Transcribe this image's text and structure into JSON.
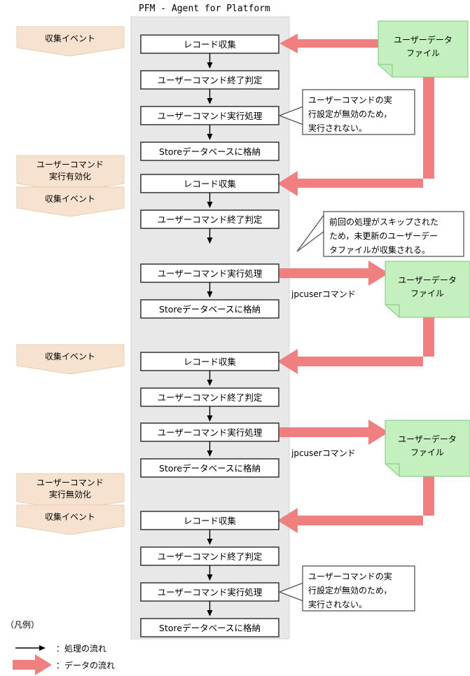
{
  "diagram": {
    "title": "PFM - Agent for Platform",
    "legend_title": "（凡例）",
    "legend_items": [
      {
        "icon": "thin-arrow-icon",
        "label": "：処理の流れ"
      },
      {
        "icon": "thick-arrow-icon",
        "label": "：データの流れ"
      }
    ],
    "colors": {
      "panel_fill": "#e8e8e8",
      "panel_stroke": "#d0d0d0",
      "box_fill": "#ffffff",
      "box_stroke": "#404040",
      "banner_fill": "#f7e2d0",
      "banner_stroke": "#e3c9b0",
      "file_fill": "#c4f0c0",
      "file_stroke": "#7ac97a",
      "data_arrow": "#f08080",
      "flow_arrow": "#000000",
      "callout_stroke": "#555555",
      "text": "#000000"
    }
  },
  "banners": [
    {
      "label": "収集イベント"
    },
    {
      "line1": "ユーザーコマンド",
      "line2": "実行有効化"
    },
    {
      "label": "収集イベント"
    },
    {
      "label": "収集イベント"
    },
    {
      "line1": "ユーザーコマンド",
      "line2": "実行無効化"
    },
    {
      "label": "収集イベント"
    }
  ],
  "cycles": [
    {
      "steps": [
        "レコード収集",
        "ユーザーコマンド終了判定",
        "ユーザーコマンド実行処理",
        "Storeデータベースに格納"
      ]
    },
    {
      "steps": [
        "レコード収集",
        "ユーザーコマンド終了判定",
        "ユーザーコマンド実行処理",
        "Storeデータベースに格納"
      ]
    },
    {
      "steps": [
        "レコード収集",
        "ユーザーコマンド終了判定",
        "ユーザーコマンド実行処理",
        "Storeデータベースに格納"
      ]
    },
    {
      "steps": [
        "レコード収集",
        "ユーザーコマンド終了判定",
        "ユーザーコマンド実行処理",
        "Storeデータベースに格納"
      ]
    }
  ],
  "files": [
    {
      "line1": "ユーザーデータ",
      "line2": "ファイル"
    },
    {
      "line1": "ユーザーデータ",
      "line2": "ファイル"
    },
    {
      "line1": "ユーザーデータ",
      "line2": "ファイル"
    }
  ],
  "callouts": [
    {
      "id": "callout-1",
      "lines": [
        "ユーザーコマンドの実",
        "行設定が無効のため，",
        "実行されない。"
      ]
    },
    {
      "id": "callout-2",
      "lines": [
        "前回の処理がスキップされた",
        "ため，未更新のユーザーデー",
        "タファイルが収集される。"
      ]
    },
    {
      "id": "callout-3",
      "lines": [
        "ユーザーコマンドの実",
        "行設定が無効のため，",
        "実行されない。"
      ]
    }
  ],
  "command_labels": [
    {
      "text": "jpcuserコマンド"
    },
    {
      "text": "jpcuserコマンド"
    }
  ]
}
